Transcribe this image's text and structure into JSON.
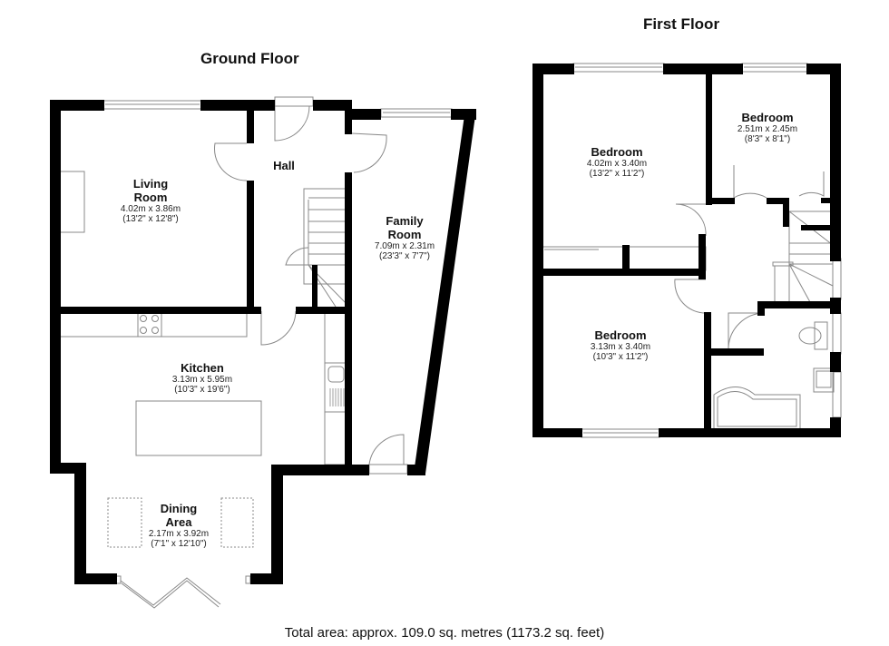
{
  "floors": {
    "ground": {
      "title": "Ground Floor",
      "rooms": {
        "living": {
          "name_line1": "Living",
          "name_line2": "Room",
          "metric": "4.02m x 3.86m",
          "imperial": "(13'2\" x 12'8\")"
        },
        "hall": {
          "name": "Hall"
        },
        "family": {
          "name_line1": "Family",
          "name_line2": "Room",
          "metric": "7.09m x 2.31m",
          "imperial": "(23'3\" x 7'7\")"
        },
        "kitchen": {
          "name": "Kitchen",
          "metric": "3.13m x 5.95m",
          "imperial": "(10'3\" x 19'6\")"
        },
        "dining": {
          "name_line1": "Dining",
          "name_line2": "Area",
          "metric": "2.17m x 3.92m",
          "imperial": "(7'1\" x 12'10\")"
        }
      }
    },
    "first": {
      "title": "First Floor",
      "rooms": {
        "bedroom1": {
          "name": "Bedroom",
          "metric": "4.02m x 3.40m",
          "imperial": "(13'2\" x 11'2\")"
        },
        "bedroom2": {
          "name": "Bedroom",
          "metric": "2.51m x 2.45m",
          "imperial": "(8'3\" x 8'1\")"
        },
        "bedroom3": {
          "name": "Bedroom",
          "metric": "3.13m x 3.40m",
          "imperial": "(10'3\" x 11'2\")"
        }
      }
    }
  },
  "footer": {
    "total_area": "Total area: approx. 109.0 sq. metres (1173.2 sq. feet)"
  },
  "colors": {
    "wall": "#000000",
    "fixture": "#8a8a8a",
    "background": "#ffffff"
  }
}
